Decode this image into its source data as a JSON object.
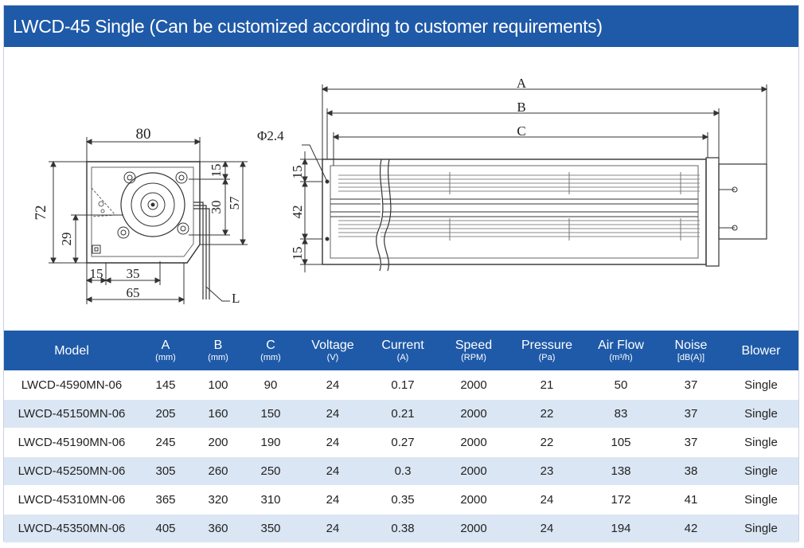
{
  "header": {
    "title": "LWCD-45 Single  (Can be customized according to customer requirements)"
  },
  "drawing": {
    "side_dims": {
      "width": "80",
      "height": "72",
      "d15": "15",
      "d30": "30",
      "d57": "57",
      "d29": "29",
      "b15": "15",
      "b35": "35",
      "b65": "65",
      "lead": "L"
    },
    "front_dims": {
      "a": "A",
      "b": "B",
      "c": "C",
      "hole": "Φ2.4",
      "v15a": "15",
      "v42": "42",
      "v15b": "15"
    }
  },
  "table": {
    "columns": [
      {
        "label": "Model",
        "unit": ""
      },
      {
        "label": "A",
        "unit": "(mm)"
      },
      {
        "label": "B",
        "unit": "(mm)"
      },
      {
        "label": "C",
        "unit": "(mm)"
      },
      {
        "label": "Voltage",
        "unit": "(V)"
      },
      {
        "label": "Current",
        "unit": "(A)"
      },
      {
        "label": "Speed",
        "unit": "(RPM)"
      },
      {
        "label": "Pressure",
        "unit": "(Pa)"
      },
      {
        "label": "Air Flow",
        "unit": "(m³/h)"
      },
      {
        "label": "Noise",
        "unit": "[dB(A)]"
      },
      {
        "label": "Blower",
        "unit": ""
      }
    ],
    "rows": [
      [
        "LWCD-4590MN-06",
        "145",
        "100",
        "90",
        "24",
        "0.17",
        "2000",
        "21",
        "50",
        "37",
        "Single"
      ],
      [
        "LWCD-45150MN-06",
        "205",
        "160",
        "150",
        "24",
        "0.21",
        "2000",
        "22",
        "83",
        "37",
        "Single"
      ],
      [
        "LWCD-45190MN-06",
        "245",
        "200",
        "190",
        "24",
        "0.27",
        "2000",
        "22",
        "105",
        "37",
        "Single"
      ],
      [
        "LWCD-45250MN-06",
        "305",
        "260",
        "250",
        "24",
        "0.3",
        "2000",
        "23",
        "138",
        "38",
        "Single"
      ],
      [
        "LWCD-45310MN-06",
        "365",
        "320",
        "310",
        "24",
        "0.35",
        "2000",
        "24",
        "172",
        "41",
        "Single"
      ],
      [
        "LWCD-45350MN-06",
        "405",
        "360",
        "350",
        "24",
        "0.38",
        "2000",
        "24",
        "194",
        "42",
        "Single"
      ]
    ]
  }
}
